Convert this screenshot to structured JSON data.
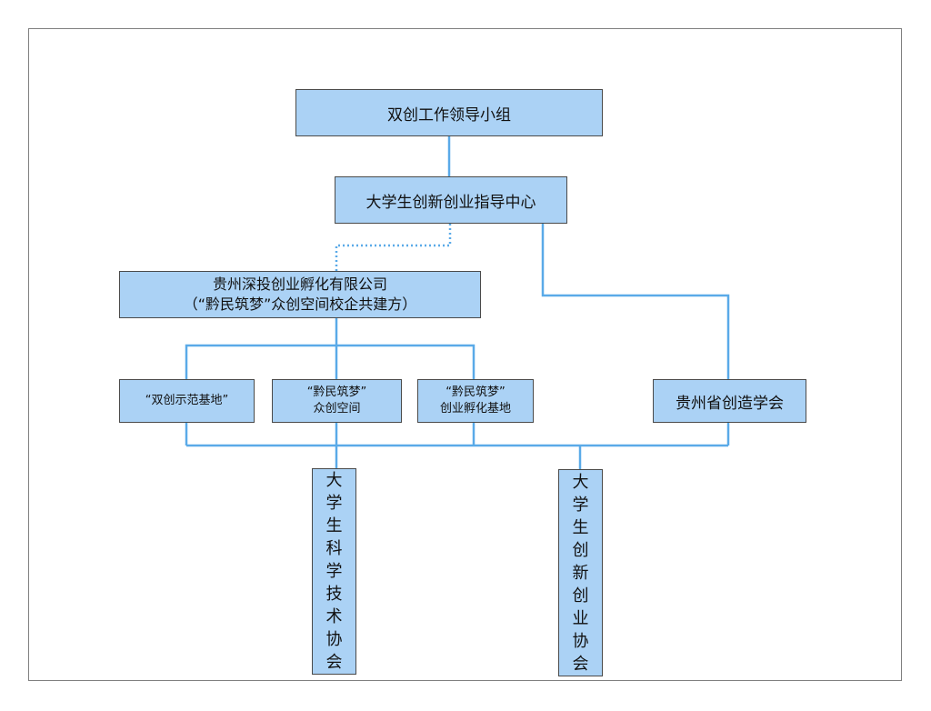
{
  "diagram": {
    "colors": {
      "box_fill": "#abd2f5",
      "connector": "#5aaae8",
      "border": "#4a4a4a"
    },
    "nodes": {
      "leadership_group": "双创工作领导小组",
      "guidance_center": "大学生创新创业指导中心",
      "incubator": {
        "line1": "贵州深投创业孵化有限公司",
        "line2": "（“黔民筑梦”众创空间校企共建方）"
      },
      "demo_base": "“双创示范基地”",
      "maker_space": {
        "line1": "“黔民筑梦”",
        "line2": "众创空间"
      },
      "incubation_base": {
        "line1": "“黔民筑梦”",
        "line2": "创业孵化基地"
      },
      "invention_society": "贵州省创造学会",
      "sci_tech_association": "大\n学\n生\n科\n学\n技\n术\n协\n会",
      "entrepreneurship_association": "大\n学\n生\n创\n新\n创\n业\n协\n会"
    }
  }
}
